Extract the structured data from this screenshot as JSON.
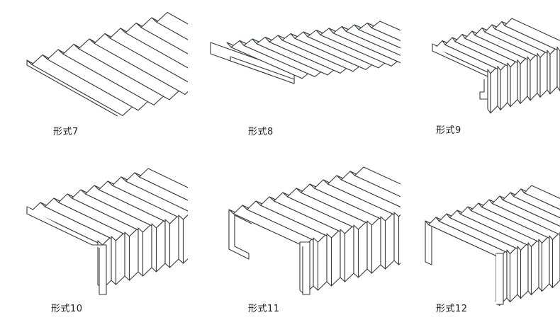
{
  "figures": [
    {
      "id": "form-7",
      "caption": "形式7"
    },
    {
      "id": "form-8",
      "caption": "形式8"
    },
    {
      "id": "form-9",
      "caption": "形式9"
    },
    {
      "id": "form-10",
      "caption": "形式10"
    },
    {
      "id": "form-11",
      "caption": "形式11"
    },
    {
      "id": "form-12",
      "caption": "形式12"
    }
  ],
  "colors": {
    "line": "#3a3a3a",
    "top_tint": "#dff0f2",
    "background": "#ffffff"
  }
}
